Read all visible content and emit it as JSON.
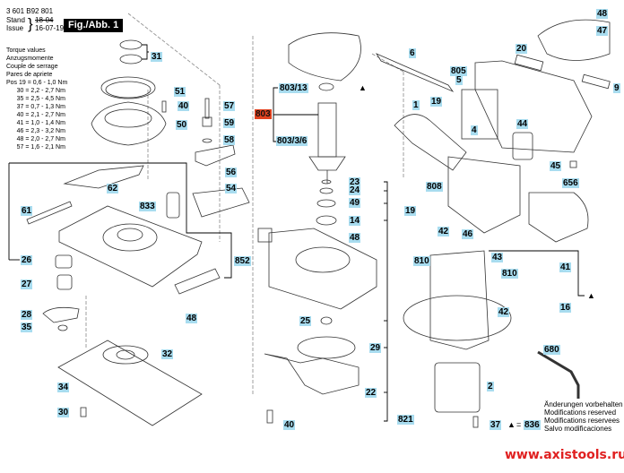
{
  "header": {
    "part_number": "3 601 B92 801",
    "stand_label": "Stand",
    "issue_label": "Issue",
    "brace": "}",
    "stand_value": "18-04",
    "issue_value": "16-07-19",
    "figure_title": "Fig./Abb. 1"
  },
  "torque": {
    "titles": [
      "Torque values",
      "Anzugsmomente",
      "Couple de serrage",
      "Pares de apriete"
    ],
    "rows": [
      "Pos 19 = 0,6 - 1,0 Nm",
      "      30 = 2,2 - 2,7 Nm",
      "      35 = 2,5 - 4,5 Nm",
      "      37 = 0,7 - 1,3 Nm",
      "      40 = 2,1 - 2,7 Nm",
      "      41 = 1,0 - 1,4 Nm",
      "      46 = 2,3 - 3,2 Nm",
      "      48 = 2,0 - 2,7 Nm",
      "      57 = 1,6 - 2,1 Nm"
    ]
  },
  "labels": {
    "l31": "31",
    "l51": "51",
    "l40a": "40",
    "l50": "50",
    "l57": "57",
    "l59": "59",
    "l58": "58",
    "l56": "56",
    "l54": "54",
    "l62": "62",
    "l61": "61",
    "l833": "833",
    "l852": "852",
    "l26": "26",
    "l27": "27",
    "l28": "28",
    "l35": "35",
    "l48a": "48",
    "l32": "32",
    "l34": "34",
    "l30": "30",
    "l803": "803",
    "l803_13": "803/13",
    "l803_3_6": "803/3/6",
    "l23": "23",
    "l24": "24",
    "l49": "49",
    "l14": "14",
    "l48b": "48",
    "l25": "25",
    "l29": "29",
    "l22": "22",
    "l40b": "40",
    "l821": "821",
    "l6": "6",
    "l805": "805",
    "l5": "5",
    "l19a": "19",
    "l1": "1",
    "l4": "4",
    "l20": "20",
    "l48c": "48",
    "l47": "47",
    "l9": "9",
    "l44": "44",
    "l45": "45",
    "l656": "656",
    "l808": "808",
    "l19b": "19",
    "l42a": "42",
    "l46": "46",
    "l810a": "810",
    "l43": "43",
    "l41": "41",
    "l810b": "810",
    "l42b": "42",
    "l16": "16",
    "l2": "2",
    "l37": "37",
    "l680": "680",
    "l836": "836"
  },
  "legend": {
    "triangle_symbol": "▲",
    "equals": "=",
    "notes": [
      "Änderungen vorbehalten",
      "Modifications reserved",
      "Modifications reservees",
      "Salvo modificaciones"
    ]
  },
  "watermark": "www.axistools.ru",
  "colors": {
    "label_bg": "#a8dcef",
    "highlight_bg": "#e0411f",
    "watermark": "#e02020"
  }
}
